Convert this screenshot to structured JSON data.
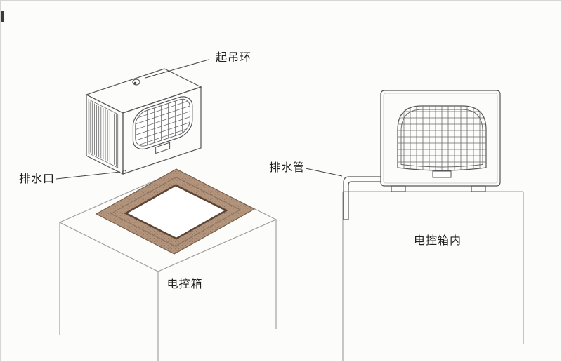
{
  "labels": {
    "lifting_ring": "起吊环",
    "drain_outlet": "排水口",
    "control_box": "电控箱",
    "drain_pipe": "排水管",
    "control_box_interior": "电控箱内"
  },
  "colors": {
    "line": "#4f4f4f",
    "soft_line": "#9b9b9b",
    "gasket_fill": "#b2937c",
    "gasket_mid_line": "#8a6f58",
    "gasket_inner_edge": "#5d4533",
    "gasket_stipple": "#6e543f",
    "text": "#1f1f1f",
    "background": "#fcfcfa"
  }
}
